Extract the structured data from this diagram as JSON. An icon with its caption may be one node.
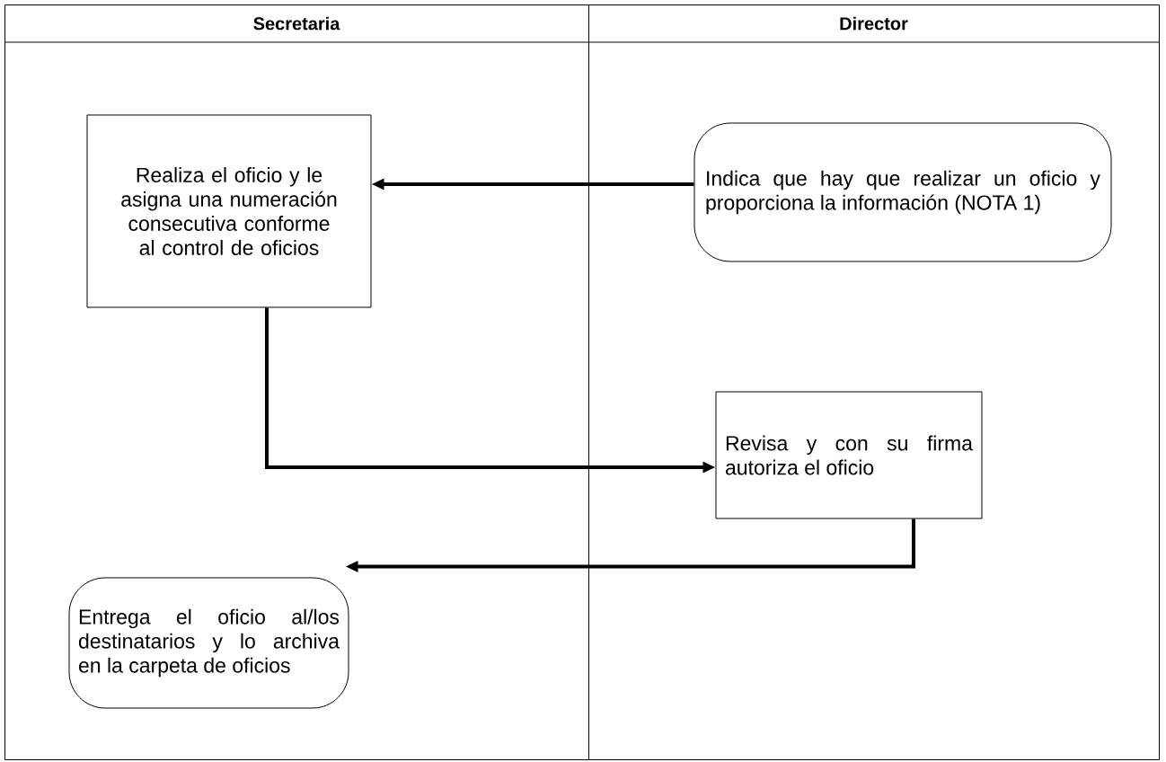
{
  "diagram": {
    "nodes": [
      {
        "text": [
          "Secretaria"
        ]
      },
      {
        "text": [
          "Director"
        ]
      },
      {
        "text": [
          "Realiza el oficio y le asigna una numeración consecutiva conforme al control de oficios"
        ],
        "in": 0
      },
      {
        "text": [
          "Indica que hay que realizar un oficio y proporciona la información (NOTA 1)"
        ],
        "in": 1
      },
      {
        "text": [
          "Revisa y con su firma autoriza el oficio"
        ],
        "in": 1
      },
      {
        "text": [
          "Entrega el oficio al/los destinatarios y lo archiva en la carpeta de oficios"
        ],
        "in": 0
      }
    ],
    "edges": [
      {
        "from": 3,
        "to": 2,
        "arrow": "to"
      },
      {
        "from": 2,
        "to": 4,
        "arrow": "to"
      },
      {
        "from": 4,
        "to": 5,
        "arrow": "to"
      }
    ]
  }
}
